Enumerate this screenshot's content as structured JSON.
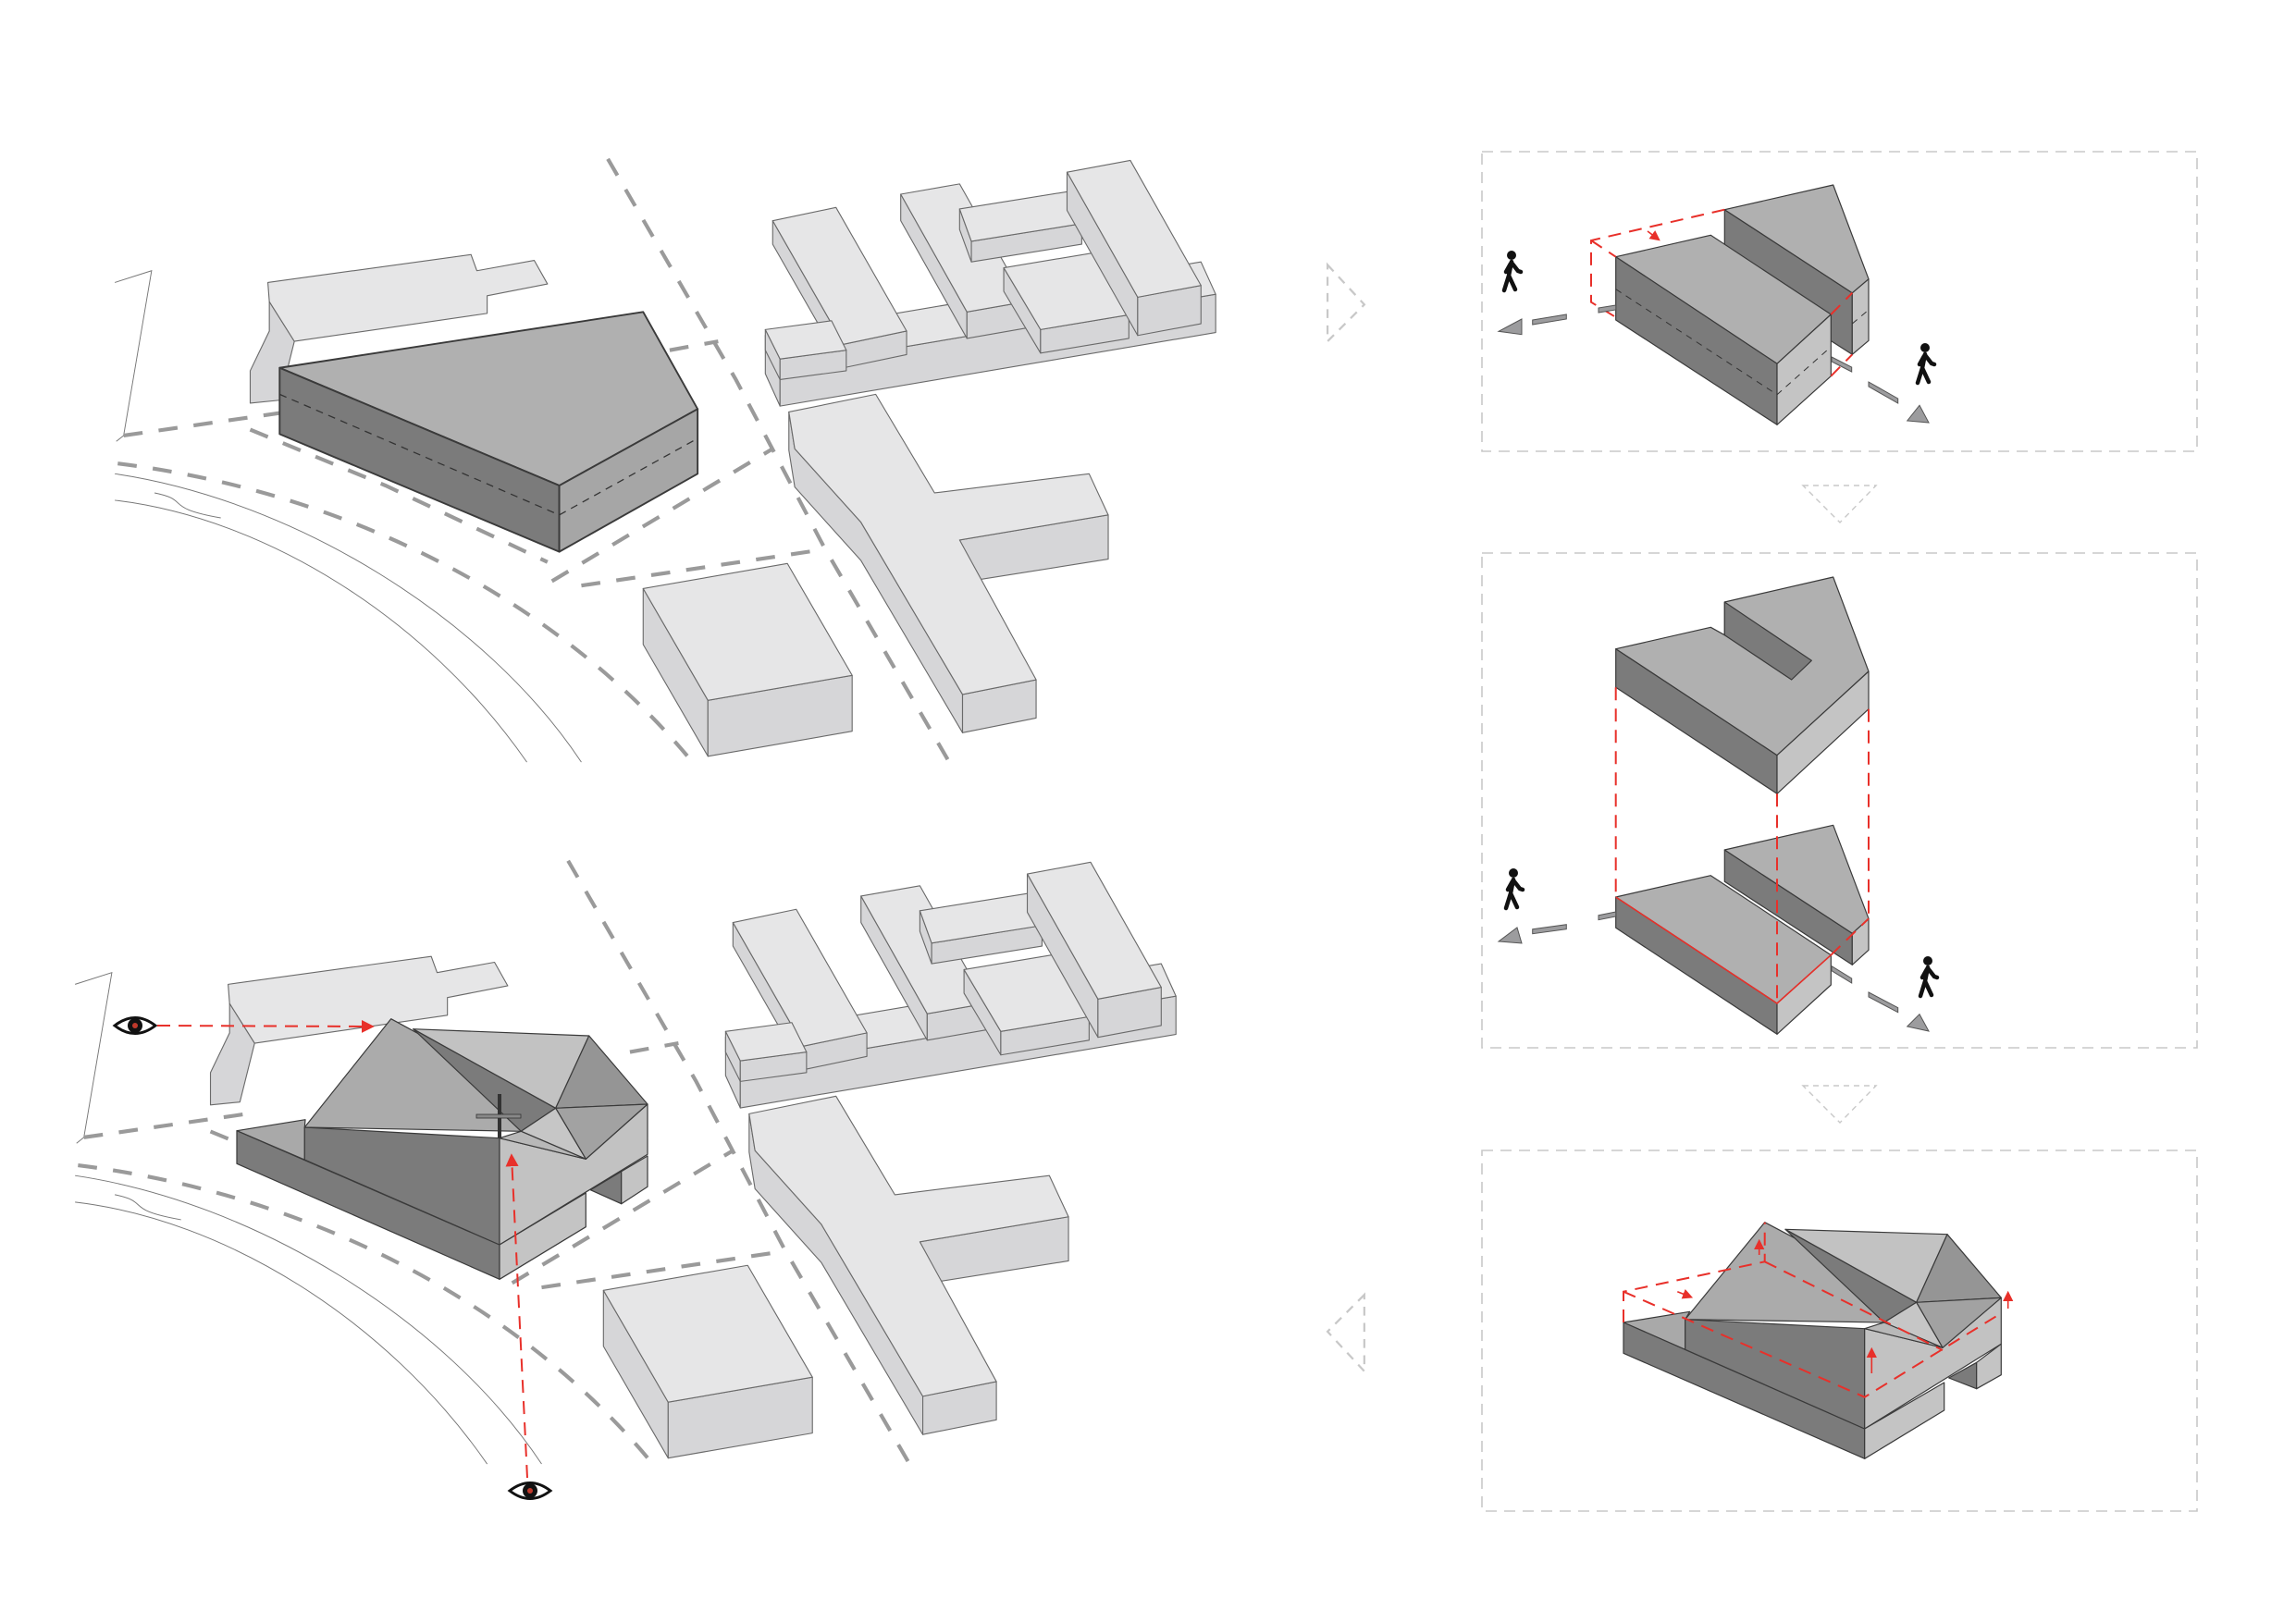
{
  "diagram": {
    "panels": [
      "site-existing",
      "site-proposed",
      "step-1-volume-split",
      "step-2-lift-upper-volume",
      "step-3-folded-roof"
    ],
    "colors": {
      "context_top": "#e6e6e7",
      "context_side": "#d6d6d8",
      "mass_top": "#b0b0b0",
      "mass_dark": "#7b7b7b",
      "mass_light": "#c4c4c4",
      "accent_red": "#e8302a",
      "frame": "#c8c8c8"
    },
    "icons": [
      "pedestrian-icon",
      "eye-icon",
      "direction-arrow-icon",
      "cross-icon"
    ]
  }
}
